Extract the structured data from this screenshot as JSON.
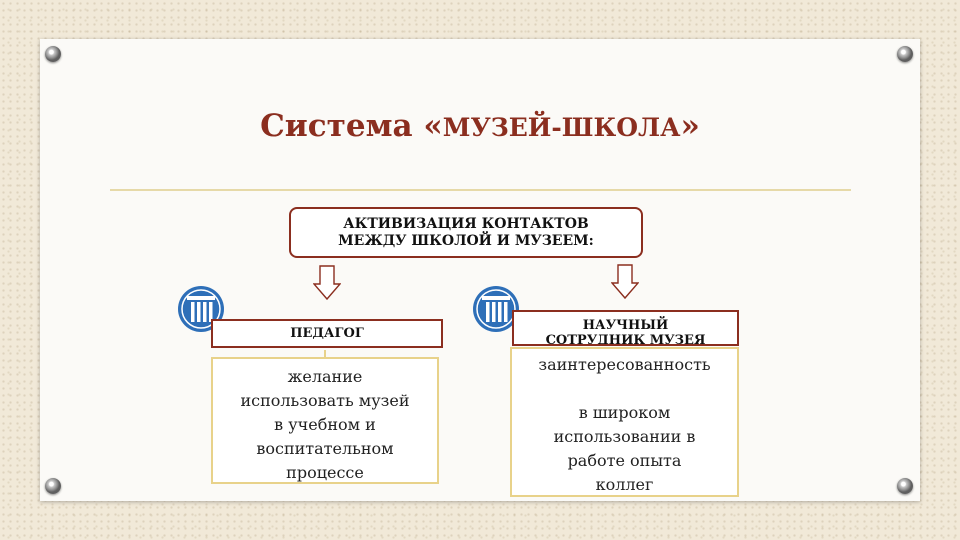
{
  "slide": {
    "title_prefix": "Система «",
    "title_main": "МУЗЕЙ-ШКОЛА",
    "title_suffix": "»",
    "top_box": {
      "line1": "АКТИВИЗАЦИЯ КОНТАКТОВ",
      "line2": "МЕЖДУ ШКОЛОЙ И МУЗЕЕМ:"
    },
    "left": {
      "role": "ПЕДАГОГ",
      "desc_lines": [
        "желание",
        "использовать музей",
        "в учебном и",
        "воспитательном",
        "процессе"
      ]
    },
    "right": {
      "role_line1": "НАУЧНЫЙ",
      "role_line2": "СОТРУДНИК МУЗЕЯ",
      "desc_line1": "заинтересованность",
      "desc_lines": [
        "в широком",
        "использовании в",
        "работе опыта",
        "коллег"
      ]
    }
  },
  "colors": {
    "accent": "#8b2e1f",
    "desc_border": "#e8d28a",
    "logo_blue": "#2e6fb8",
    "background": "#f1e9d8"
  },
  "icons": [
    "pushpin-icon",
    "down-arrow-icon",
    "museum-column-logo-icon"
  ]
}
